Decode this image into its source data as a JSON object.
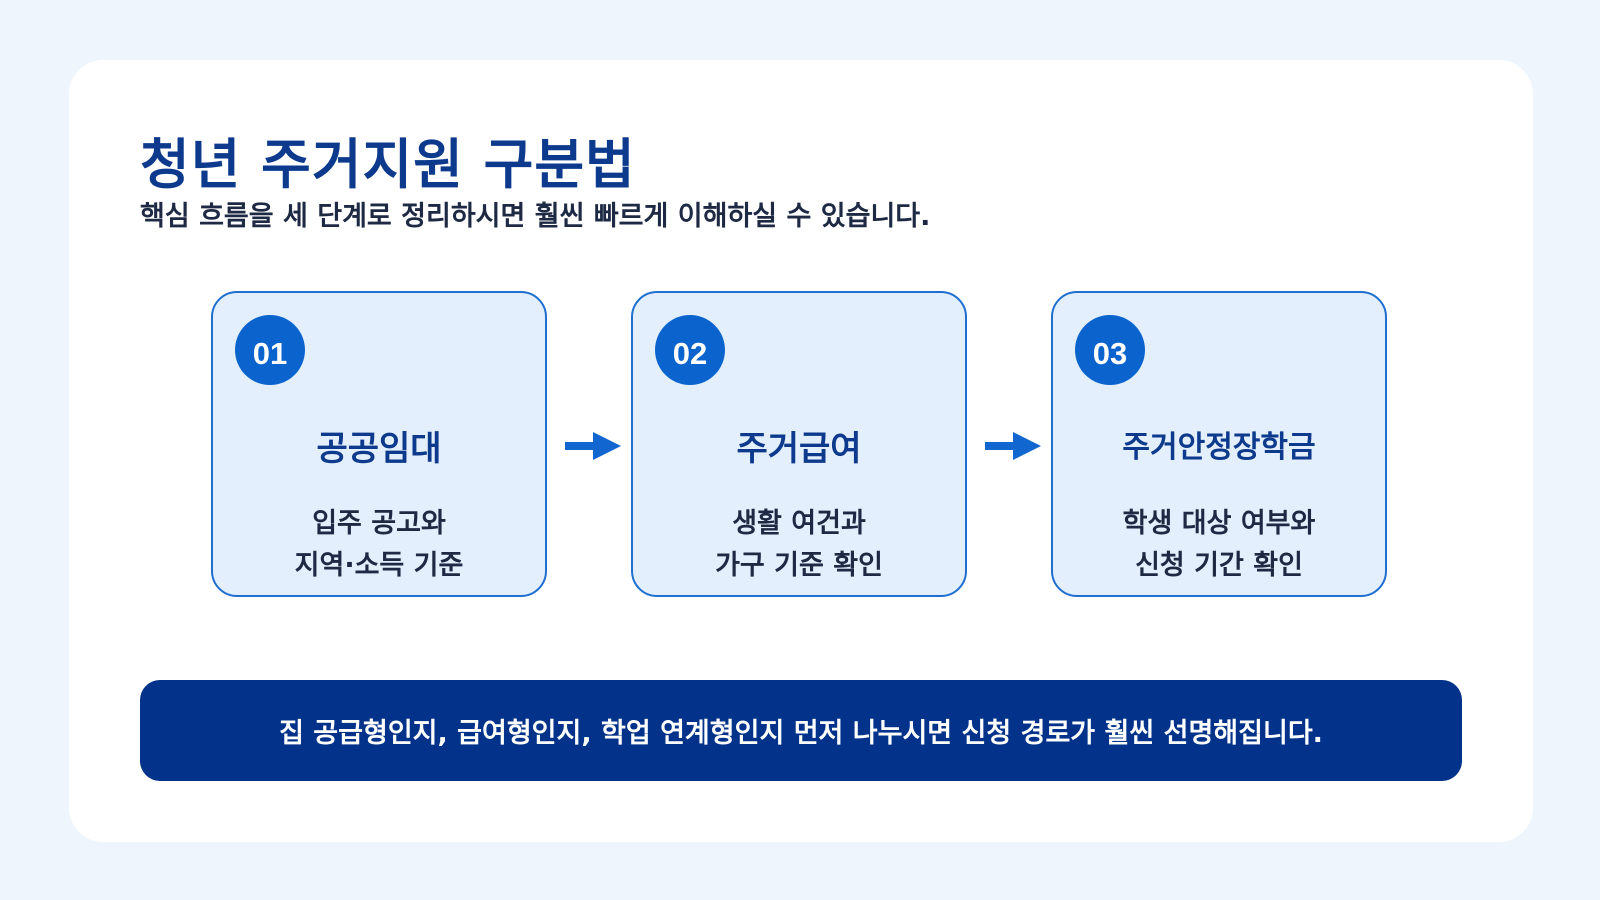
{
  "header": {
    "title": "청년 주거지원 구분법",
    "subtitle": "핵심 흐름을 세 단계로 정리하시면 훨씬 빠르게 이해하실 수 있습니다."
  },
  "steps": [
    {
      "number": "01",
      "title": "공공임대",
      "desc_lines": [
        "입주 공고와",
        "지역·소득 기준"
      ]
    },
    {
      "number": "02",
      "title": "주거급여",
      "desc_lines": [
        "생활 여건과",
        "가구 기준 확인"
      ]
    },
    {
      "number": "03",
      "title": "주거안정장학금",
      "desc_lines": [
        "학생 대상 여부와",
        "신청 기간 확인"
      ]
    }
  ],
  "summary": {
    "text": "집 공급형인지, 급여형인지, 학업 연계형인지 먼저 나누시면 신청 경로가 훨씬 선명해집니다."
  },
  "colors": {
    "page_background": "#eef5fd",
    "card_background": "#ffffff",
    "title": "#0d3a8c",
    "step_fill": "#e3effc",
    "step_border": "#1f6fd0",
    "badge": "#0b63ce",
    "arrow": "#1167cf",
    "summary_background": "#03328a"
  },
  "icons": [
    "arrow-right-icon",
    "arrow-right-icon"
  ]
}
